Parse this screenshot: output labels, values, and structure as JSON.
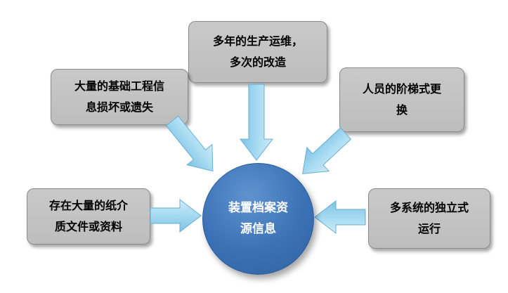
{
  "diagram": {
    "center": {
      "label": "装置档案资源信息",
      "lines": [
        "装置档案资",
        "源信息"
      ]
    },
    "boxes": [
      {
        "id": "top",
        "label": "多年的生产运维，多次的改造",
        "lines": [
          "多年的生产运维，",
          "多次的改造"
        ]
      },
      {
        "id": "upper-left",
        "label": "大量的基础工程信息损坏或遗失",
        "lines": [
          "大量的基础工程信",
          "息损坏或遗失"
        ]
      },
      {
        "id": "upper-right",
        "label": "人员的阶梯式更换",
        "lines": [
          "人员的阶梯式更",
          "换"
        ]
      },
      {
        "id": "left",
        "label": "存在大量的纸介质文件或资料",
        "lines": [
          "存在大量的纸介",
          "质文件或资料"
        ]
      },
      {
        "id": "right",
        "label": "多系统的独立式运行",
        "lines": [
          "多系统的独立式",
          "运行"
        ]
      }
    ],
    "colors": {
      "box_fill": "#c3c3c3",
      "box_border": "#8a8a8a",
      "arrow_fill_light": "#cfeaf8",
      "arrow_fill_dark": "#7ec3e4",
      "arrow_border": "#69afd4",
      "circle_fill": "#3b72b6",
      "circle_border": "#2c5c99",
      "box_text_color": "#000000",
      "circle_text_color": "#ffffff"
    }
  }
}
